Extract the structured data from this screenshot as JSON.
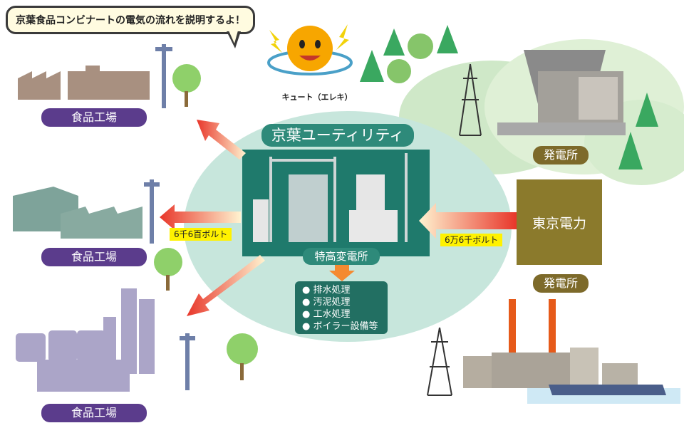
{
  "speech": "京葉食品コンビナートの電気の流れを説明するよ！",
  "mascot": "キュート（エレキ）",
  "center": {
    "title": "京葉ユーティリティ",
    "substation": "特高変電所",
    "processes": [
      "排水処理",
      "汚泥処理",
      "工水処理",
      "ボイラー設備等"
    ]
  },
  "factories": {
    "top": "食品工場",
    "middle": "食品工場",
    "bottom": "食品工場"
  },
  "supplier": "東京電力",
  "power_plants": {
    "hydro": "発電所",
    "thermal": "発電所"
  },
  "voltages": {
    "incoming": "6万6千ボルト",
    "outgoing": "6千6百ボルト"
  },
  "colors": {
    "circle": "#c7e6dc",
    "panel": "#2e8a7a",
    "factory": "#5b3c8c",
    "supplier": "#8b7a2c",
    "arrow": "#e8362a"
  }
}
